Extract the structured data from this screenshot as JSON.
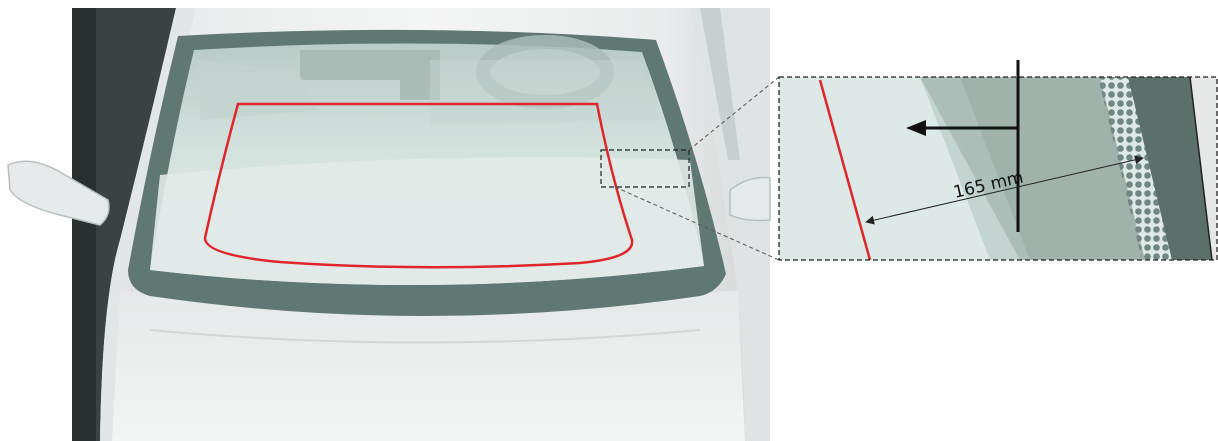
{
  "diagram": {
    "measurement": {
      "value": 165,
      "unit": "mm",
      "label": "165 mm"
    },
    "colors": {
      "boundary_line": "#e0262b",
      "glass_tint": "#9fb3ab",
      "glass_clear": "#dde9e6",
      "windshield_frame": "#5f7873",
      "frit_band": "#5b6f6b",
      "body_paint": "#eef0ef",
      "detail_frame": "#222222",
      "leader_lines": "#555555"
    }
  }
}
